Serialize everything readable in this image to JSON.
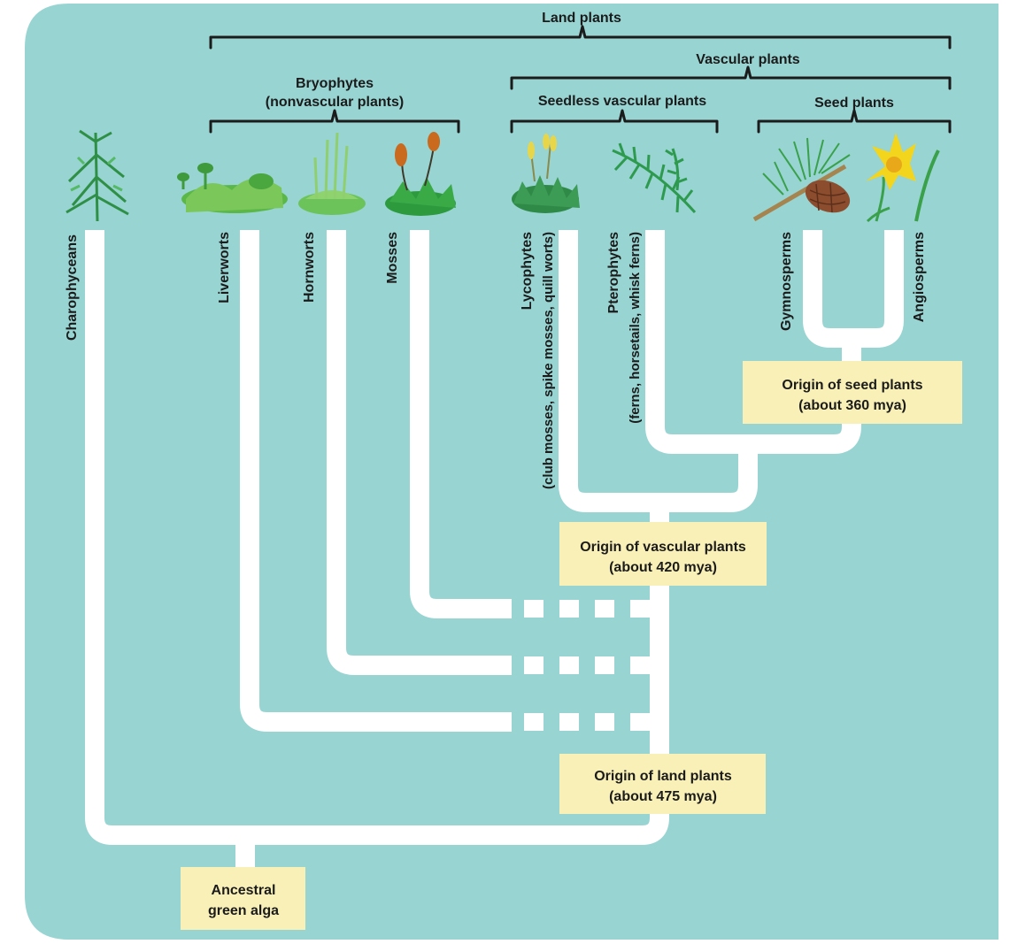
{
  "groups": {
    "land_plants": "Land plants",
    "vascular_plants": "Vascular plants",
    "bryophytes_line1": "Bryophytes",
    "bryophytes_line2": "(nonvascular plants)",
    "seedless_vascular": "Seedless vascular plants",
    "seed_plants": "Seed plants"
  },
  "taxa": {
    "charophyceans": "Charophyceans",
    "liverworts": "Liverworts",
    "hornworts": "Hornworts",
    "mosses": "Mosses",
    "lycophytes_line1": "Lycophytes",
    "lycophytes_line2": "(club mosses, spike mosses, quill worts)",
    "pterophytes_line1": "Pterophytes",
    "pterophytes_line2": "(ferns, horsetails, whisk ferns)",
    "gymnosperms": "Gymnosperms",
    "angiosperms": "Angiosperms"
  },
  "origins": {
    "seed_line1": "Origin of seed plants",
    "seed_line2": "(about 360 mya)",
    "vascular_line1": "Origin of vascular plants",
    "vascular_line2": "(about 420 mya)",
    "land_line1": "Origin of land plants",
    "land_line2": "(about 475 mya)",
    "ancestor_line1": "Ancestral",
    "ancestor_line2": "green alga"
  },
  "colors": {
    "background": "#97d4d2",
    "branch": "#ffffff",
    "label_box": "#f9f0b8",
    "plant_green": "#3aa047"
  }
}
